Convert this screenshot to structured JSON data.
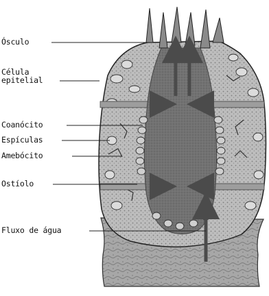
{
  "labels": {
    "osculo": "Ósculo",
    "celula_epitelial": "Célula\nepitelial",
    "coanocito": "Coanócito",
    "espiculas": "Espículas",
    "amebocito": "Amebócito",
    "ostiolo": "Ostíolo",
    "fluxo_de_agua": "Fluxo de água"
  },
  "colors": {
    "background": "#ffffff",
    "body_wall": "#b9b9b9",
    "body_texture": "#8f8f8f",
    "cavity": "#6e6e6e",
    "arrow": "#4b4b4b",
    "outline": "#222222",
    "leader_line": "#222222"
  }
}
